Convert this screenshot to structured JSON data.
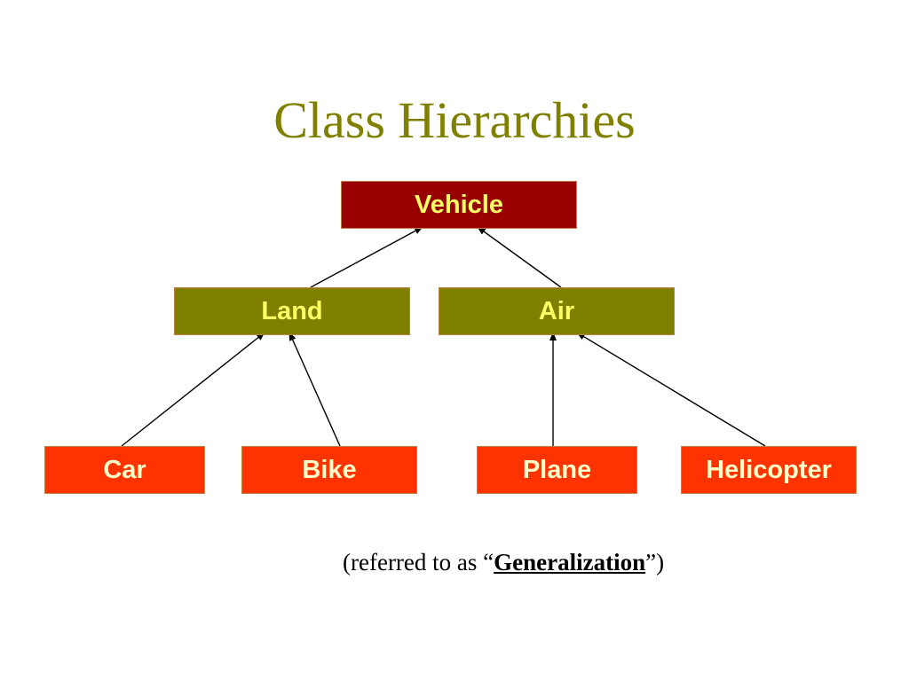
{
  "slide": {
    "title": "Class Hierarchies",
    "nodes": {
      "vehicle": "Vehicle",
      "land": "Land",
      "air": "Air",
      "car": "Car",
      "bike": "Bike",
      "plane": "Plane",
      "helicopter": "Helicopter"
    },
    "caption": {
      "prefix": "(referred to as “",
      "term": "Generalization",
      "suffix": "”)"
    }
  },
  "colors": {
    "title": "#808000",
    "root_fill": "#990000",
    "mid_fill": "#808000",
    "leaf_fill": "#ff3300",
    "node_text": "#ffff66",
    "connector": "#000000"
  },
  "edges": [
    {
      "from": "land",
      "to": "vehicle"
    },
    {
      "from": "air",
      "to": "vehicle"
    },
    {
      "from": "car",
      "to": "land"
    },
    {
      "from": "bike",
      "to": "land"
    },
    {
      "from": "plane",
      "to": "air"
    },
    {
      "from": "helicopter",
      "to": "air"
    }
  ]
}
